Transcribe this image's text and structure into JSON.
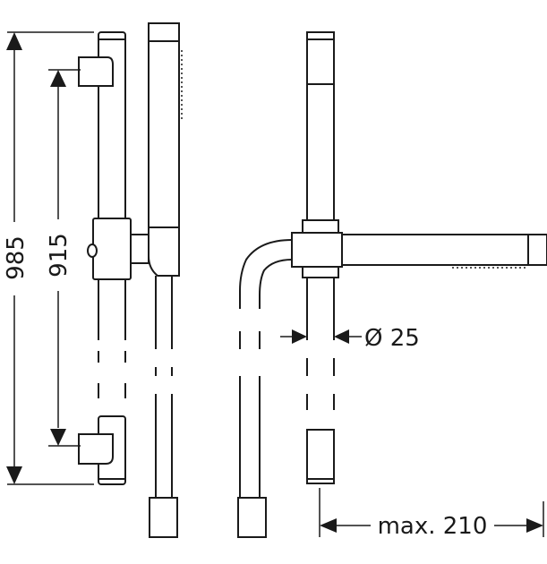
{
  "dimensions": {
    "overall_height": "985",
    "bracket_spacing": "915",
    "rail_diameter": "Ø 25",
    "max_projection": "max. 210"
  }
}
